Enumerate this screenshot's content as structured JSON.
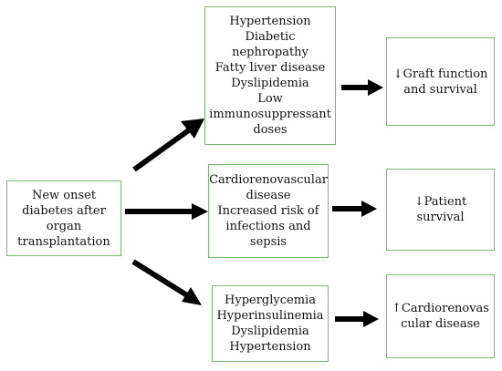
{
  "source_box": {
    "lines": [
      "New onset",
      "diabetes after",
      "organ",
      "transplantation"
    ]
  },
  "middle_boxes": [
    {
      "lines": [
        "Hypertension",
        "Diabetic",
        "nephropathy",
        "Fatty liver disease",
        "Dyslipidemia",
        "Low",
        "immunosuppressant",
        "doses"
      ]
    },
    {
      "lines": [
        "Cardiorenovascular",
        "disease",
        "Increased risk of",
        "infections and",
        "sepsis"
      ]
    },
    {
      "lines": [
        "Hyperglycemia",
        "Hyperinsulinemia",
        "Dyslipidemia",
        "Hypertension"
      ]
    }
  ],
  "outcome_boxes": [
    {
      "lines": [
        "↓Graft function",
        "and survival"
      ]
    },
    {
      "lines": [
        "↓Patient",
        "survival"
      ]
    },
    {
      "lines": [
        "↑Cardiorenovas",
        "cular disease"
      ]
    }
  ],
  "colors": {
    "box_border": "#79b870",
    "arrow": "#000000",
    "text": "#111111"
  }
}
